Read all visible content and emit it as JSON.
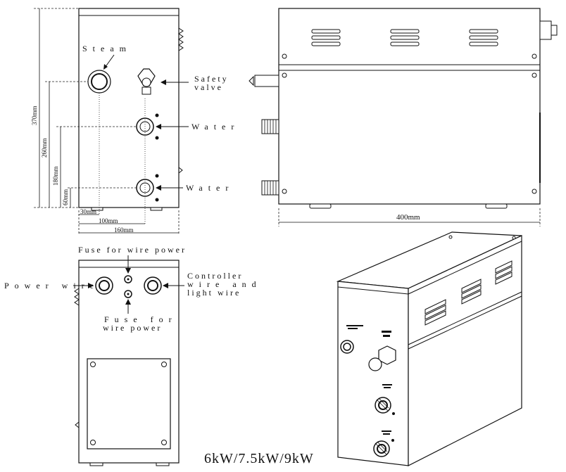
{
  "labels": {
    "steam": "Steam",
    "safety_valve_line1": "Safety",
    "safety_valve_line2": "valve",
    "water_upper": "Water",
    "water_lower": "Water",
    "fuse_top": "Fuse for wire power",
    "power_wire": "Power wire",
    "controller_line1": "Controller",
    "controller_line2": "wire and",
    "controller_line3": "light wire",
    "fuse_bottom_line1": "Fuse for",
    "fuse_bottom_line2": "wire power",
    "model": "6kW/7.5kW/9kW"
  },
  "dimensions": {
    "h370": "370mm",
    "h260": "260mm",
    "h180": "180mm",
    "h60": "60mm",
    "w30": "30mm",
    "w100": "100mm",
    "w160": "160mm",
    "w400": "400mm"
  },
  "colors": {
    "line": "#111111",
    "background": "#ffffff"
  }
}
